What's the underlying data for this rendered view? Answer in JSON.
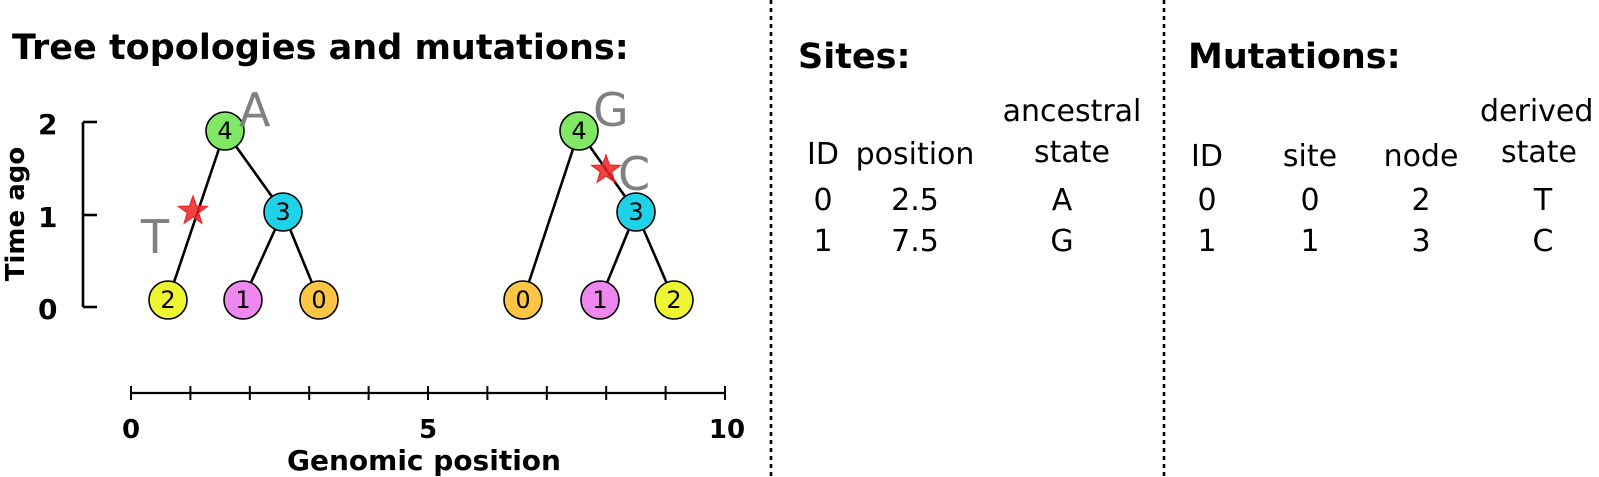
{
  "title": "Tree topologies and mutations:",
  "y_axis": {
    "label": "Time ago",
    "ticks": [
      "2",
      "1",
      "0"
    ]
  },
  "x_axis": {
    "label": "Genomic position",
    "ticks": [
      "0",
      "5",
      "10"
    ]
  },
  "trees": [
    {
      "root_state": "A",
      "nodes": [
        {
          "id": "4",
          "color": "#80e865"
        },
        {
          "id": "3",
          "color": "#1ed3e8"
        },
        {
          "id": "2",
          "color": "#eef531"
        },
        {
          "id": "1",
          "color": "#ee88ee"
        },
        {
          "id": "0",
          "color": "#fdc545"
        }
      ],
      "mutation": {
        "derived_state": "T"
      }
    },
    {
      "root_state": "G",
      "nodes": [
        {
          "id": "4",
          "color": "#80e865"
        },
        {
          "id": "3",
          "color": "#1ed3e8"
        },
        {
          "id": "0",
          "color": "#fdc545"
        },
        {
          "id": "1",
          "color": "#ee88ee"
        },
        {
          "id": "2",
          "color": "#eef531"
        }
      ],
      "mutation": {
        "derived_state": "C"
      }
    }
  ],
  "sites": {
    "heading": "Sites:",
    "col_id": "ID",
    "col_position": "position",
    "col_ancestral_1": "ancestral",
    "col_ancestral_2": "state",
    "rows": [
      {
        "id": "0",
        "position": "2.5",
        "ancestral_state": "A"
      },
      {
        "id": "1",
        "position": "7.5",
        "ancestral_state": "G"
      }
    ]
  },
  "mutations": {
    "heading": "Mutations:",
    "col_id": "ID",
    "col_site": "site",
    "col_node": "node",
    "col_derived_1": "derived",
    "col_derived_2": "state",
    "rows": [
      {
        "id": "0",
        "site": "0",
        "node": "2",
        "derived_state": "T"
      },
      {
        "id": "1",
        "site": "1",
        "node": "3",
        "derived_state": "C"
      }
    ]
  },
  "colors": {
    "mutation_star": "#ee2222",
    "mutation_label": "#808080",
    "divider": "#000000"
  }
}
